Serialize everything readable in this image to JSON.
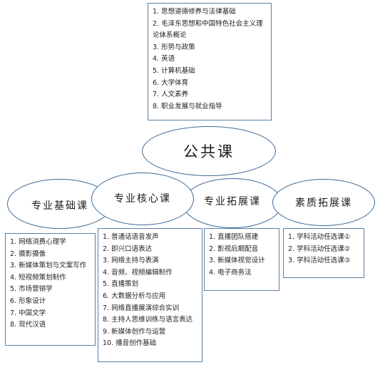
{
  "top_box": {
    "items": [
      "1. 思想道德修养与法律基础",
      "2. 毛泽东思想和中国特色社会主义理论体系概论",
      "3. 形势与政策",
      "4. 英语",
      "5. 计算机基础",
      "6. 大学体育",
      "7. 人文素养",
      "8. 职业发展与就业指导"
    ]
  },
  "center_node": {
    "label": "公共课"
  },
  "nodes": {
    "basic": {
      "label": "专业基础课"
    },
    "core": {
      "label": "专业核心课"
    },
    "expand": {
      "label": "专业拓展课"
    },
    "quality": {
      "label": "素质拓展课"
    }
  },
  "basic_box": {
    "items": [
      "1. 网络消费心理学",
      "2. 摄影摄像",
      "3. 新媒体策划与文案写作",
      "4. 短视频策划制作",
      "5. 市场营销学",
      "6. 形象设计",
      "7. 中国文学",
      "8. 现代汉语"
    ]
  },
  "core_box": {
    "items": [
      "1. 普通话语音发声",
      "2. 即兴口语表达",
      "3. 网络主持与表演",
      "4. 音频、视频编辑制作",
      "5. 直播策划",
      "6. 大数据分析与应用",
      "7. 网络直播展演综合实训",
      "8. 主持人思维训练与语言表达",
      "9. 新媒体创作与运营",
      "10. 播音创作基础"
    ]
  },
  "expand_box": {
    "items": [
      "1. 直播团队搭建",
      "2. 影视后期配音",
      "3. 新媒体视觉设计",
      "4. 电子商务法"
    ]
  },
  "quality_box": {
    "items": [
      "1. 学科活动任选课①",
      "2. 学科活动任选课②",
      "3. 学科活动任选课③"
    ]
  }
}
